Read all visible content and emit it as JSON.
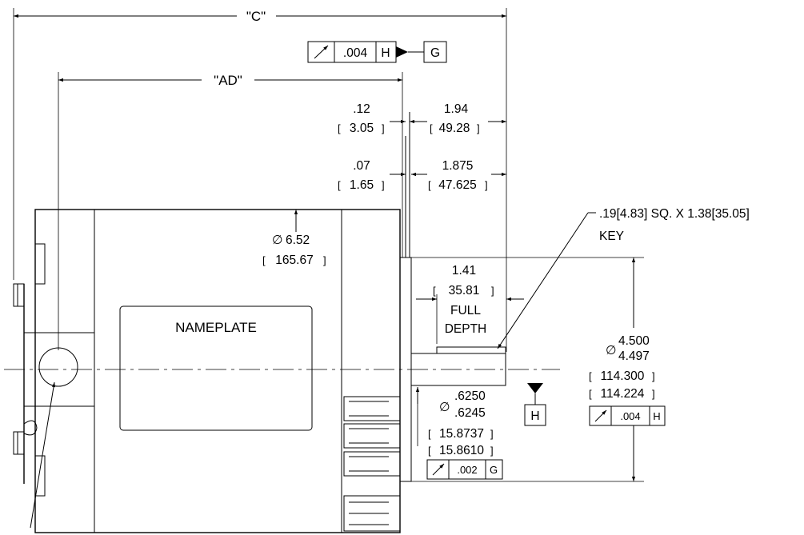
{
  "dimensions": {
    "C": "\"C\"",
    "AD": "\"AD\"",
    "dim_012_in": ".12",
    "dim_012_mm": "3.05",
    "dim_194_in": "1.94",
    "dim_194_mm": "49.28",
    "dim_007_in": ".07",
    "dim_007_mm": "1.65",
    "dim_1875_in": "1.875",
    "dim_1875_mm": "47.625",
    "body_dia_in": "6.52",
    "body_dia_mm": "165.67",
    "key_note_line1": ".19[4.83] SQ. X 1.38[35.05]",
    "key_note_line2": "KEY",
    "key_len_in": "1.41",
    "key_len_mm": "35.81",
    "full": "FULL",
    "depth": "DEPTH",
    "pilot_dia_max_in": "4.500",
    "pilot_dia_min_in": "4.497",
    "pilot_dia_max_mm": "114.300",
    "pilot_dia_min_mm": "114.224",
    "shaft_dia_max_in": ".6250",
    "shaft_dia_min_in": ".6245",
    "shaft_dia_max_mm": "15.8737",
    "shaft_dia_min_mm": "15.8610"
  },
  "symbols": {
    "diameter": "∅"
  },
  "tolerance_frames": {
    "top": {
      "value": ".004",
      "datum": "H",
      "datum_target": "G"
    },
    "pilot": {
      "value": ".004",
      "datum": "H"
    },
    "shaft": {
      "value": ".002",
      "datum": "G"
    },
    "datum_H": "H"
  },
  "labels": {
    "nameplate": "NAMEPLATE"
  }
}
